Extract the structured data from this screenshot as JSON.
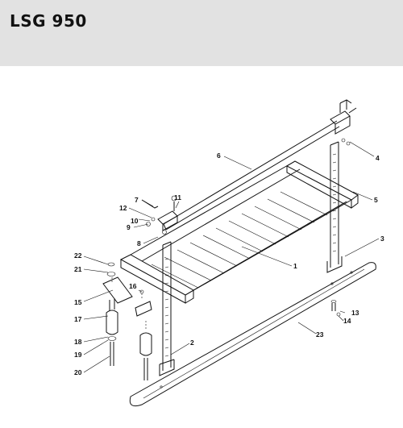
{
  "header": {
    "title": "LSG 950",
    "background": "#e2e2e2"
  },
  "callouts": [
    {
      "id": "c1",
      "label": "1"
    },
    {
      "id": "c2",
      "label": "2"
    },
    {
      "id": "c3",
      "label": "3"
    },
    {
      "id": "c4",
      "label": "4"
    },
    {
      "id": "c5",
      "label": "5"
    },
    {
      "id": "c6",
      "label": "6"
    },
    {
      "id": "c7",
      "label": "7"
    },
    {
      "id": "c8",
      "label": "8"
    },
    {
      "id": "c9",
      "label": "9"
    },
    {
      "id": "c10",
      "label": "10"
    },
    {
      "id": "c11",
      "label": "11"
    },
    {
      "id": "c12",
      "label": "12"
    },
    {
      "id": "c13",
      "label": "13"
    },
    {
      "id": "c14",
      "label": "14"
    },
    {
      "id": "c15",
      "label": "15"
    },
    {
      "id": "c16",
      "label": "16"
    },
    {
      "id": "c17",
      "label": "17"
    },
    {
      "id": "c18",
      "label": "18"
    },
    {
      "id": "c19",
      "label": "19"
    },
    {
      "id": "c20",
      "label": "20"
    },
    {
      "id": "c21",
      "label": "21"
    },
    {
      "id": "c22",
      "label": "22"
    },
    {
      "id": "c23",
      "label": "23"
    }
  ]
}
